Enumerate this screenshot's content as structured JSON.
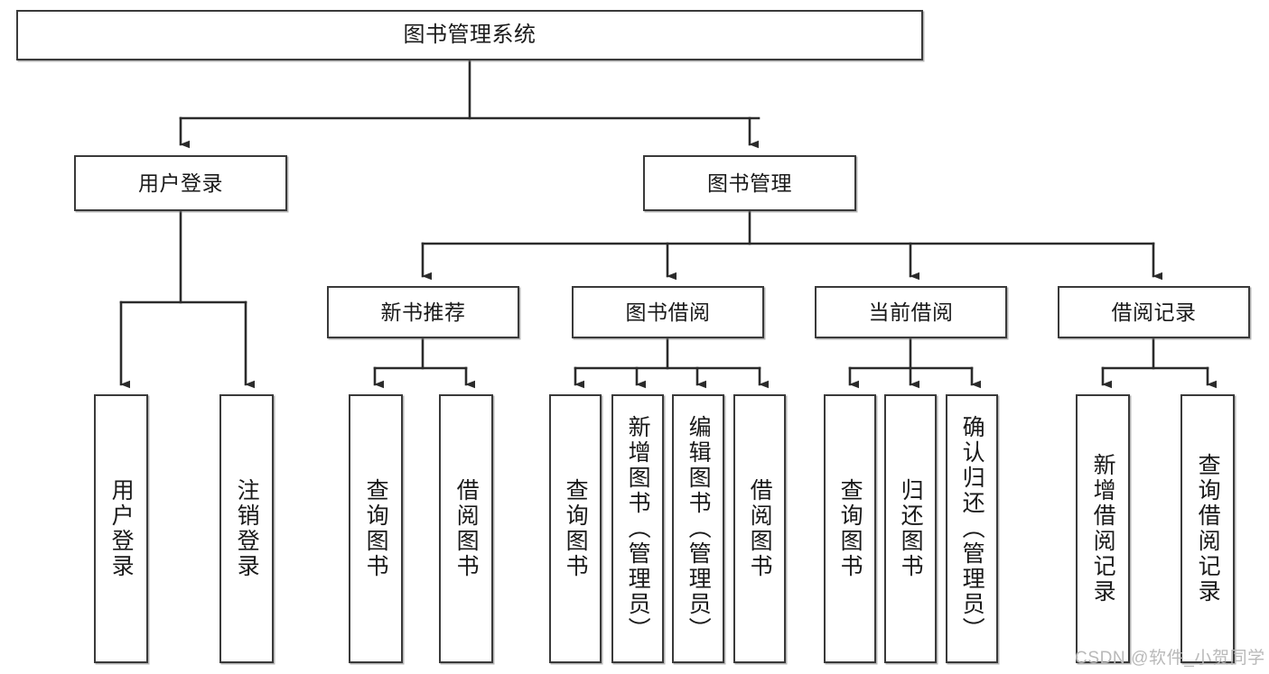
{
  "diagram": {
    "title": "图书管理系统",
    "type": "hierarchy-tree",
    "colors": {
      "box_border": "#3a3a3a",
      "box_fill": "#ffffff",
      "line": "#2b2b2b",
      "text": "#1a1a1a",
      "watermark": "#b9b9b9"
    },
    "levels": {
      "level1": [
        {
          "id": "root",
          "label": "图书管理系统",
          "orientation": "horizontal"
        }
      ],
      "level2": [
        {
          "id": "user-login",
          "label": "用户登录",
          "orientation": "horizontal"
        },
        {
          "id": "book-manage",
          "label": "图书管理",
          "orientation": "horizontal"
        }
      ],
      "level3": [
        {
          "id": "new-book-recommend",
          "label": "新书推荐",
          "orientation": "horizontal",
          "parent": "book-manage"
        },
        {
          "id": "book-borrow",
          "label": "图书借阅",
          "orientation": "horizontal",
          "parent": "book-manage"
        },
        {
          "id": "current-borrow",
          "label": "当前借阅",
          "orientation": "horizontal",
          "parent": "book-manage"
        },
        {
          "id": "borrow-record",
          "label": "借阅记录",
          "orientation": "horizontal",
          "parent": "book-manage"
        }
      ],
      "level4": [
        {
          "id": "leaf-user-login",
          "label": "用户登录",
          "orientation": "vertical",
          "parent": "user-login"
        },
        {
          "id": "leaf-logout",
          "label": "注销登录",
          "orientation": "vertical",
          "parent": "user-login"
        },
        {
          "id": "leaf-query-book-1",
          "label": "查询图书",
          "orientation": "vertical",
          "parent": "new-book-recommend"
        },
        {
          "id": "leaf-borrow-book-1",
          "label": "借阅图书",
          "orientation": "vertical",
          "parent": "new-book-recommend"
        },
        {
          "id": "leaf-query-book-2",
          "label": "查询图书",
          "orientation": "vertical",
          "parent": "book-borrow"
        },
        {
          "id": "leaf-add-book",
          "label": "新增图书（管理员）",
          "orientation": "vertical",
          "parent": "book-borrow"
        },
        {
          "id": "leaf-edit-book",
          "label": "编辑图书（管理员）",
          "orientation": "vertical",
          "parent": "book-borrow"
        },
        {
          "id": "leaf-borrow-book-2",
          "label": "借阅图书",
          "orientation": "vertical",
          "parent": "book-borrow"
        },
        {
          "id": "leaf-query-book-3",
          "label": "查询图书",
          "orientation": "vertical",
          "parent": "current-borrow"
        },
        {
          "id": "leaf-return-book",
          "label": "归还图书",
          "orientation": "vertical",
          "parent": "current-borrow"
        },
        {
          "id": "leaf-confirm-return",
          "label": "确认归还（管理员）",
          "orientation": "vertical",
          "parent": "current-borrow"
        },
        {
          "id": "leaf-add-record",
          "label": "新增借阅记录",
          "orientation": "vertical",
          "parent": "borrow-record"
        },
        {
          "id": "leaf-query-record",
          "label": "查询借阅记录",
          "orientation": "vertical",
          "parent": "borrow-record"
        }
      ]
    }
  },
  "watermark": {
    "text": "CSDN @软件_小贺同学"
  }
}
